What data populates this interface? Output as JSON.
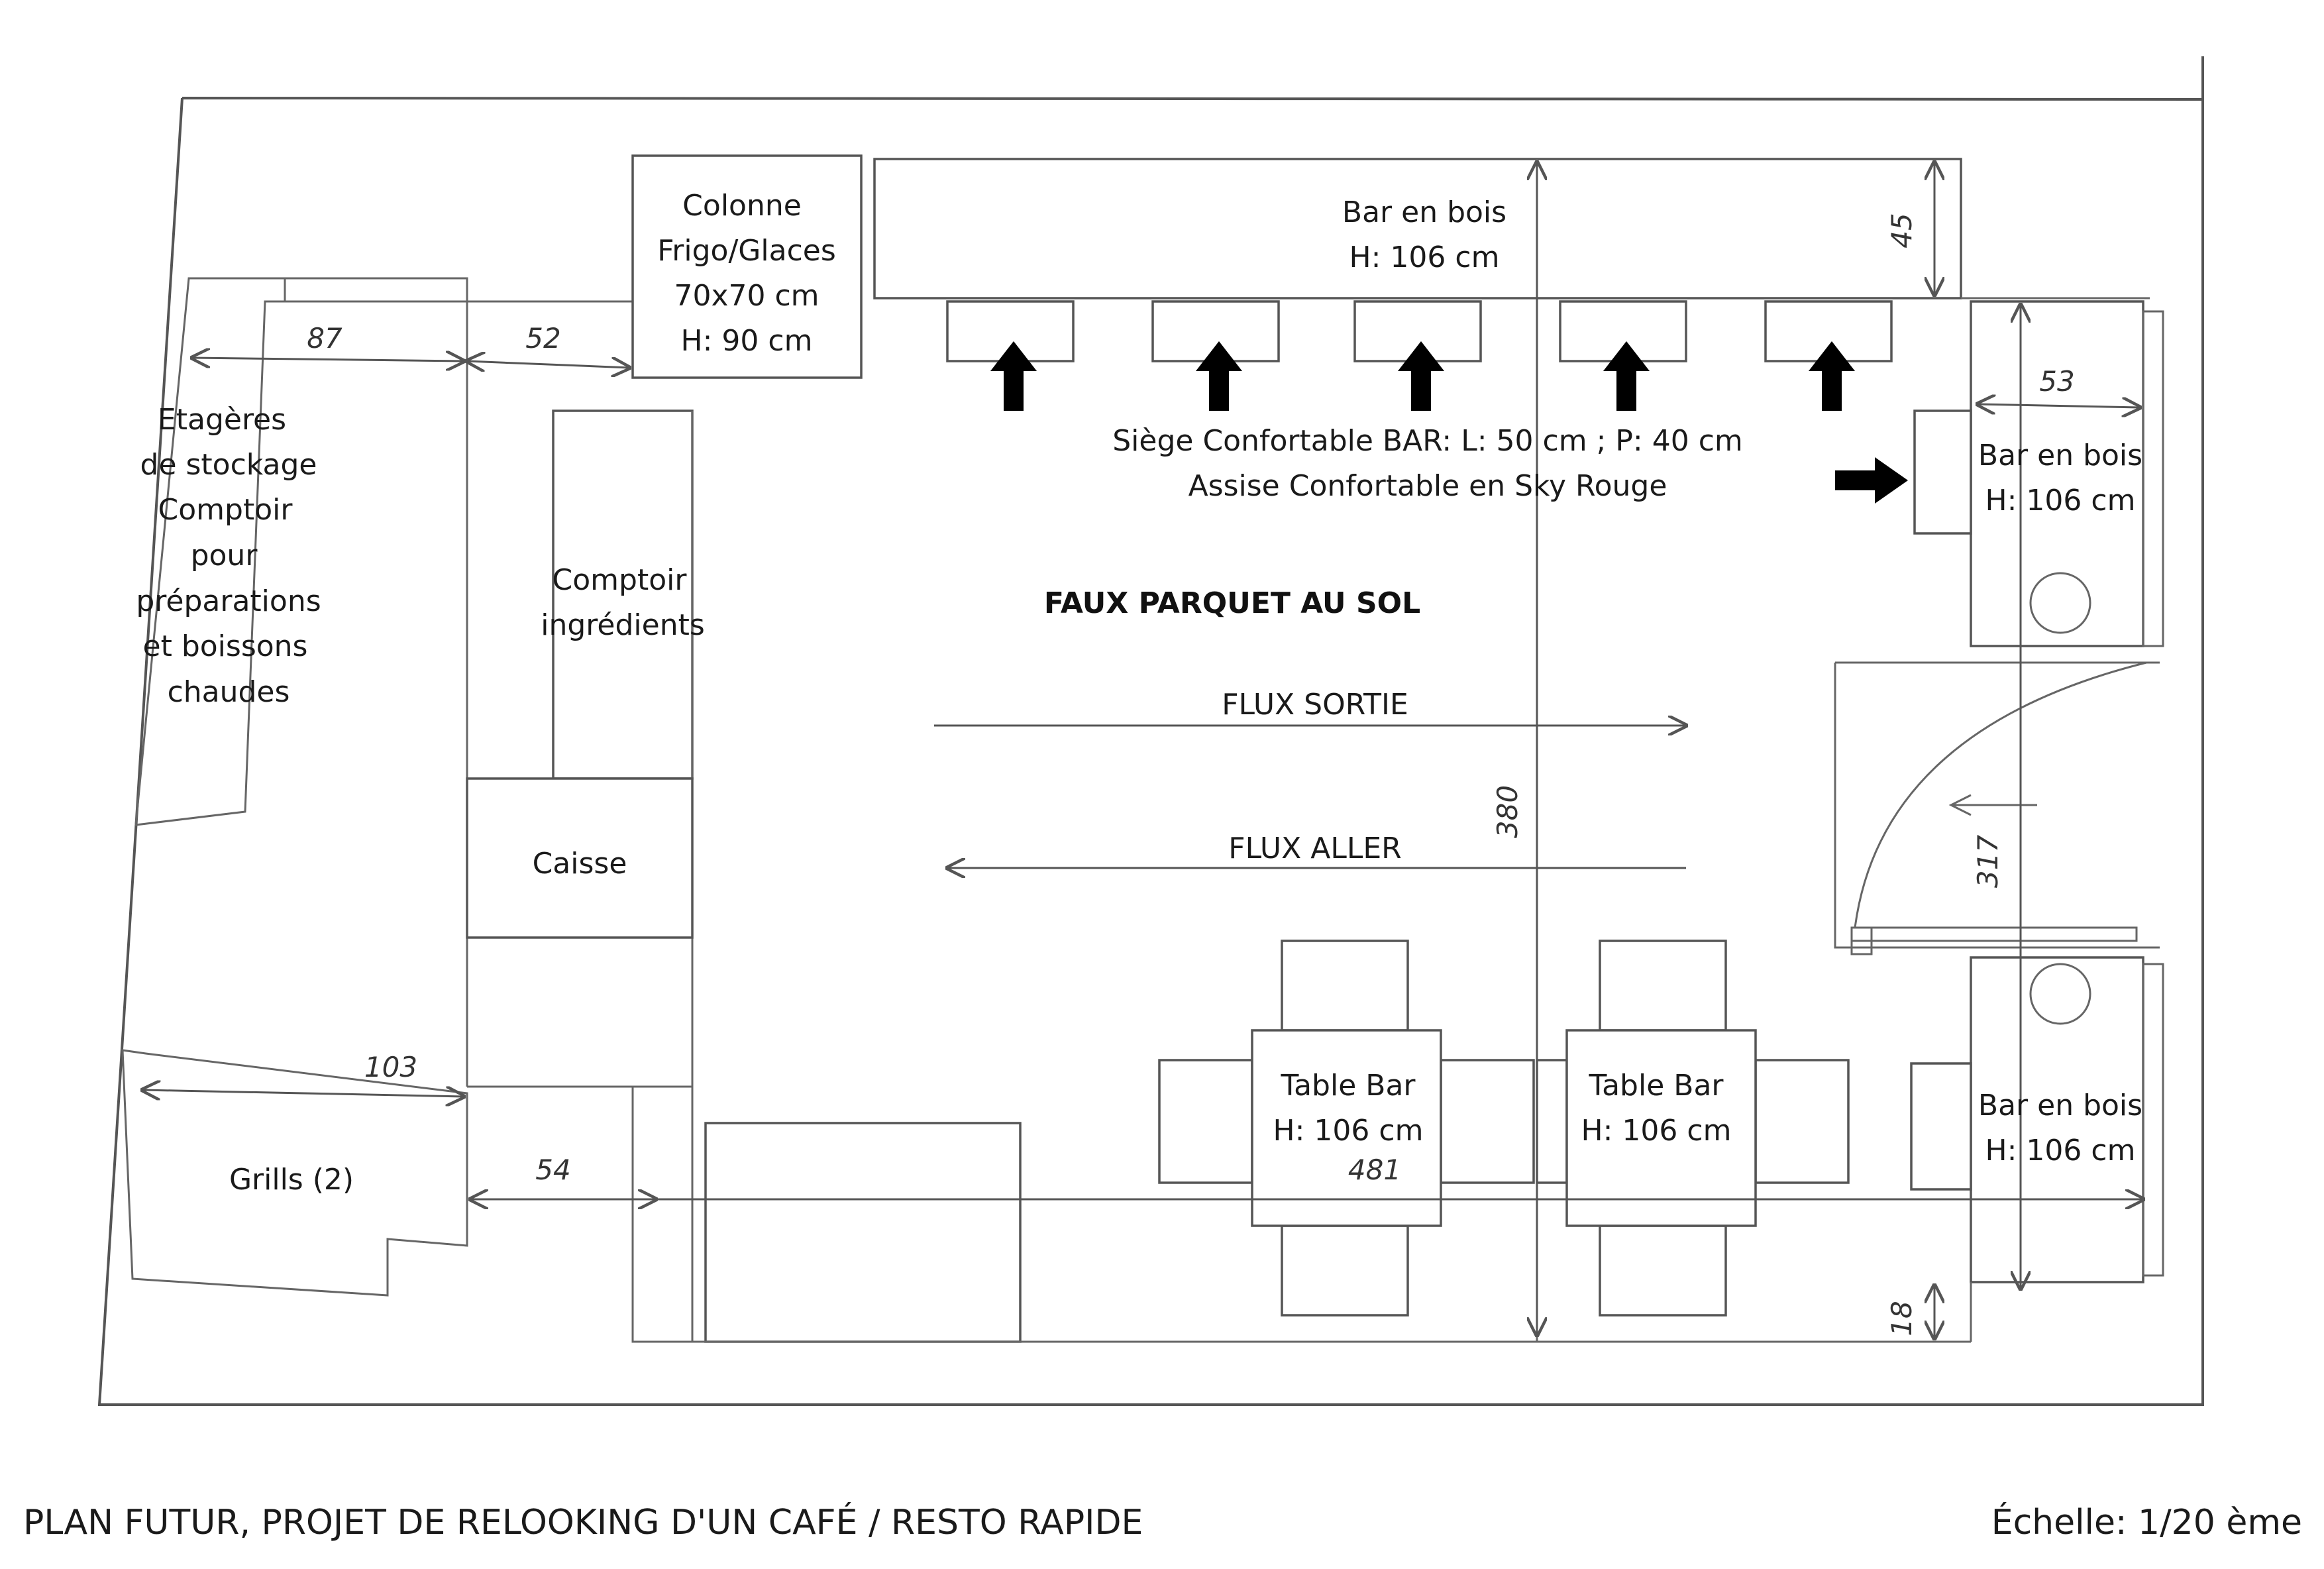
{
  "labels": {
    "colonne": [
      "Colonne",
      "Frigo/Glaces",
      "70x70 cm",
      "H: 90 cm"
    ],
    "bar_top": [
      "Bar en bois",
      "H: 106 cm"
    ],
    "bar_right_top": [
      "Bar en bois",
      "H: 106 cm"
    ],
    "bar_right_bottom": [
      "Bar en bois",
      "H: 106 cm"
    ],
    "siege": [
      "Siège Confortable BAR: L: 50 cm ; P: 40 cm",
      "Assise Confortable en Sky Rouge"
    ],
    "etageres": [
      "Etagères",
      "de stockage",
      "Comptoir",
      "pour",
      "préparations",
      "et boissons",
      "chaudes"
    ],
    "comptoir_ingredients": [
      "Comptoir",
      "ingrédients"
    ],
    "caisse": "Caisse",
    "grills": "Grills (2)",
    "faux_parquet": "FAUX PARQUET AU SOL",
    "flux_sortie": "FLUX SORTIE",
    "flux_aller": "FLUX ALLER",
    "table_bar_1": [
      "Table Bar",
      "H: 106 cm"
    ],
    "table_bar_2": [
      "Table Bar",
      "H: 106 cm"
    ]
  },
  "dimensions": {
    "d87": "87",
    "d52": "52",
    "d45": "45",
    "d53": "53",
    "d380": "380",
    "d317": "317",
    "d103": "103",
    "d54": "54",
    "d481": "481",
    "d18": "18"
  },
  "caption": {
    "title": "PLAN FUTUR, PROJET DE RELOOKING D'UN CAFÉ / RESTO RAPIDE",
    "scale": "Échelle: 1/20 ème"
  }
}
